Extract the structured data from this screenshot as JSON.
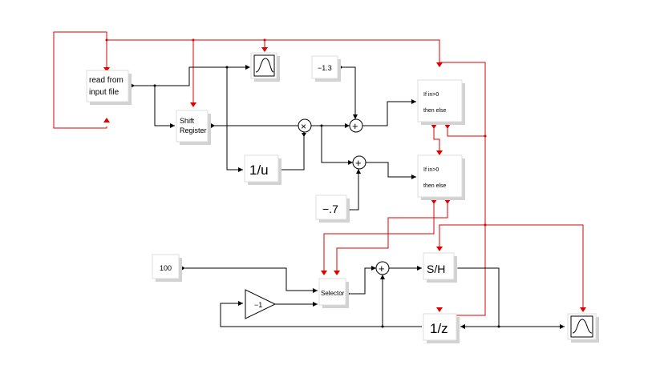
{
  "blocks": {
    "read_line1": "read from",
    "read_line2": "input file",
    "shift_line1": "Shift",
    "shift_line2": "Register",
    "const_neg13": "−1.3",
    "const_neg7": "−.7",
    "const_100": "100",
    "inverse": "1/u",
    "ifthen1_line1": "If in>0",
    "ifthen1_line2": "then   else",
    "ifthen2_line1": "If in>0",
    "ifthen2_line2": "then   else",
    "selector": "Selector",
    "gain": "−1",
    "sample_hold": "S/H",
    "delay": "1/z",
    "product_symbol": "×",
    "sum_symbol": "+"
  }
}
